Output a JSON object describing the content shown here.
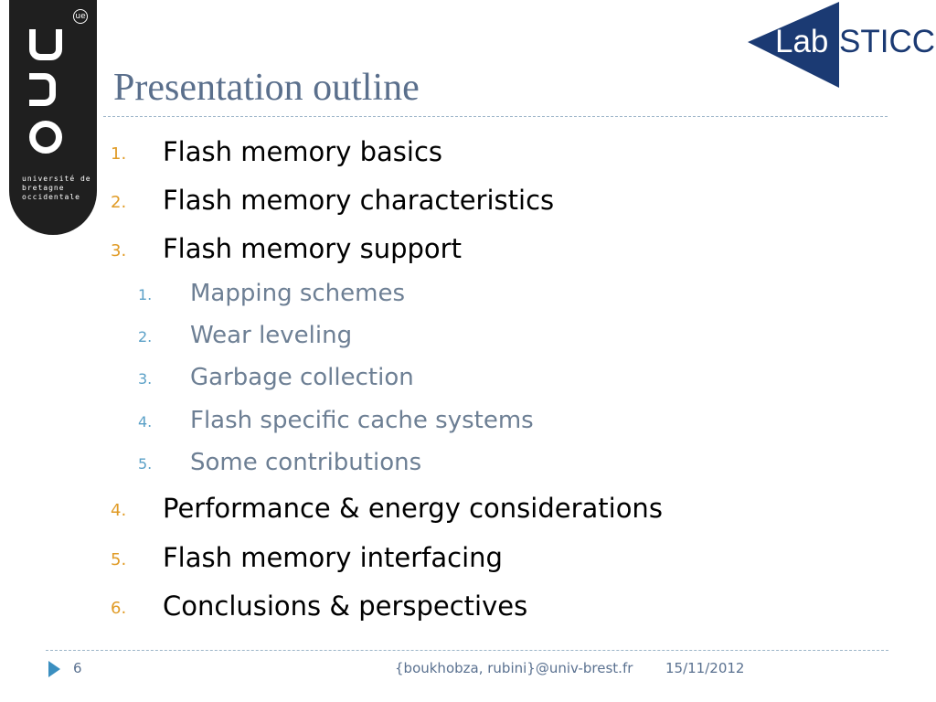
{
  "logos": {
    "ubo_text": "université de bretagne occidentale",
    "ubo_badge": "ue",
    "lab_left": "Lab",
    "lab_right": "-STICC"
  },
  "title": "Presentation outline",
  "outline": {
    "items": [
      {
        "num": "1.",
        "label": "Flash memory basics"
      },
      {
        "num": "2.",
        "label": "Flash memory characteristics"
      },
      {
        "num": "3.",
        "label": "Flash memory support"
      },
      {
        "num": "1.",
        "label": "Mapping schemes"
      },
      {
        "num": "2.",
        "label": "Wear leveling"
      },
      {
        "num": "3.",
        "label": "Garbage collection"
      },
      {
        "num": "4.",
        "label": "Flash specific cache systems"
      },
      {
        "num": "5.",
        "label": "Some contributions"
      },
      {
        "num": "4.",
        "label": "Performance & energy considerations"
      },
      {
        "num": "5.",
        "label": "Flash memory interfacing"
      },
      {
        "num": "6.",
        "label": "Conclusions & perspectives"
      }
    ]
  },
  "footer": {
    "slide_number": "6",
    "email": "{boukhobza, rubini}@univ-brest.fr",
    "date": "15/11/2012"
  },
  "colors": {
    "title": "#5a6f8c",
    "main_number": "#e09b26",
    "sub_number": "#5aa0c7",
    "sub_text": "#6d7f94",
    "accent_arrow": "#3b8fc0",
    "lab_blue": "#1b3a73"
  }
}
